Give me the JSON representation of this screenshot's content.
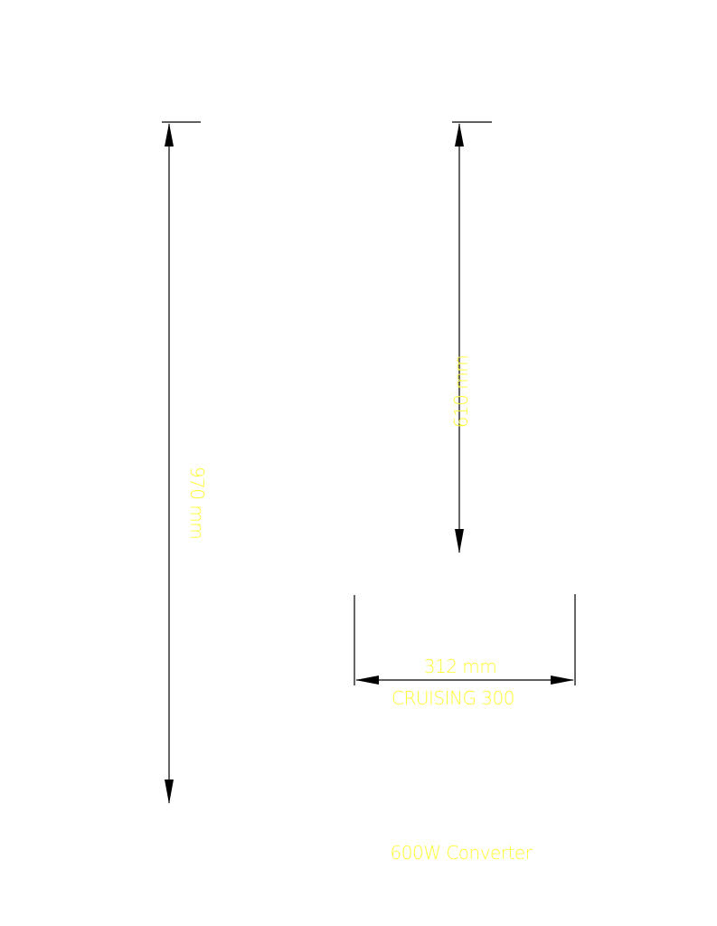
{
  "colors": {
    "background": "#ffffff",
    "line": "#000000",
    "text": "#ffff33"
  },
  "dimensions": {
    "total_height": {
      "label": "970 mm",
      "value_mm": 970
    },
    "upper_height": {
      "label": "610 mm",
      "value_mm": 610
    },
    "width": {
      "label": "312 mm",
      "value_mm": 312
    }
  },
  "labels": {
    "model": "CRUISING 300",
    "component": "600W Converter"
  }
}
